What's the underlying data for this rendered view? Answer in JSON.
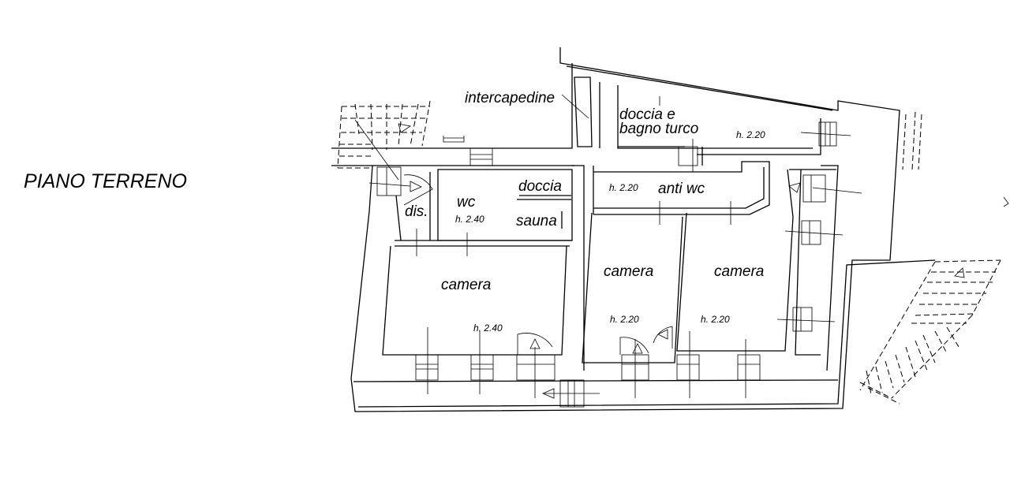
{
  "title": "PIANO TERRENO",
  "rooms": {
    "intercapedine": "intercapedine",
    "doccia_bagno_turco_line1": "doccia e",
    "doccia_bagno_turco_line2": "bagno turco",
    "doccia": "doccia",
    "sauna": "sauna",
    "wc": "wc",
    "dis": "dis.",
    "anti_wc": "anti wc",
    "camera_left": "camera",
    "camera_mid": "camera",
    "camera_right": "camera"
  },
  "heights": {
    "doccia_bagno_turco": "h. 2.20",
    "anti_wc": "h. 2.20",
    "wc_sauna": "h. 2.40",
    "camera_left": "h. 2.40",
    "camera_mid": "h. 2.20",
    "camera_right": "h. 2.20"
  }
}
